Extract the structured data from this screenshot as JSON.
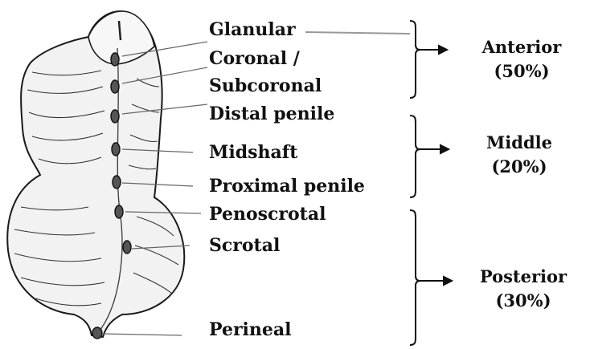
{
  "labels": {
    "glanular": "Glanular",
    "coronal": "Coronal /",
    "subcoronal": "Subcoronal",
    "distal_penile": "Distal penile",
    "midshaft": "Midshaft",
    "proximal_penile": "Proximal penile",
    "penoscrotal": "Penoscrotal",
    "scrotal": "Scrotal",
    "perineal": "Perineal"
  },
  "groups": {
    "anterior": {
      "name": "Anterior",
      "percent": "(50%)"
    },
    "middle": {
      "name": "Middle",
      "percent": "(20%)"
    },
    "posterior": {
      "name": "Posterior",
      "percent": "(30%)"
    }
  },
  "colors": {
    "ink": "#111111",
    "marker": "#555555",
    "leader": "#666666"
  }
}
